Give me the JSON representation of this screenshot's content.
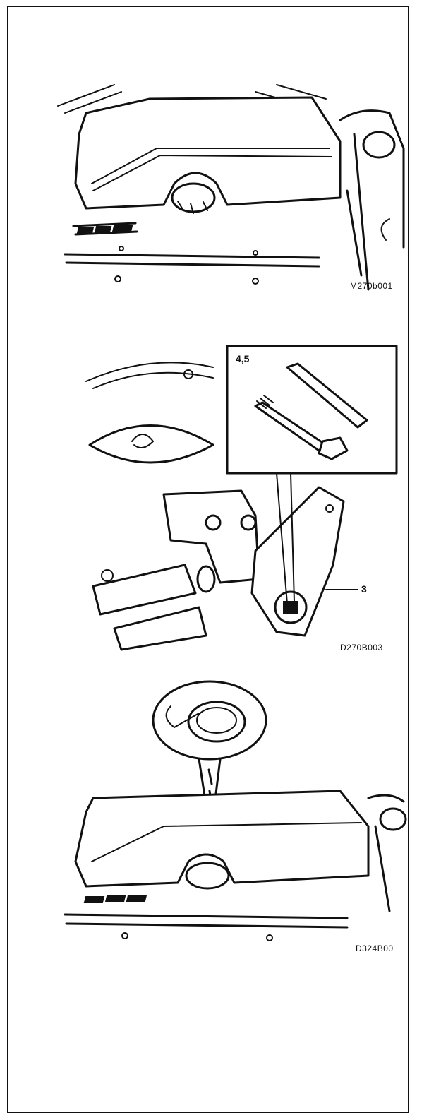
{
  "figures": [
    {
      "code": "M270b001"
    },
    {
      "code": "D270B003",
      "callouts": {
        "fasteners": "4,5",
        "bracket": "3"
      }
    },
    {
      "code": "D324B00"
    }
  ]
}
